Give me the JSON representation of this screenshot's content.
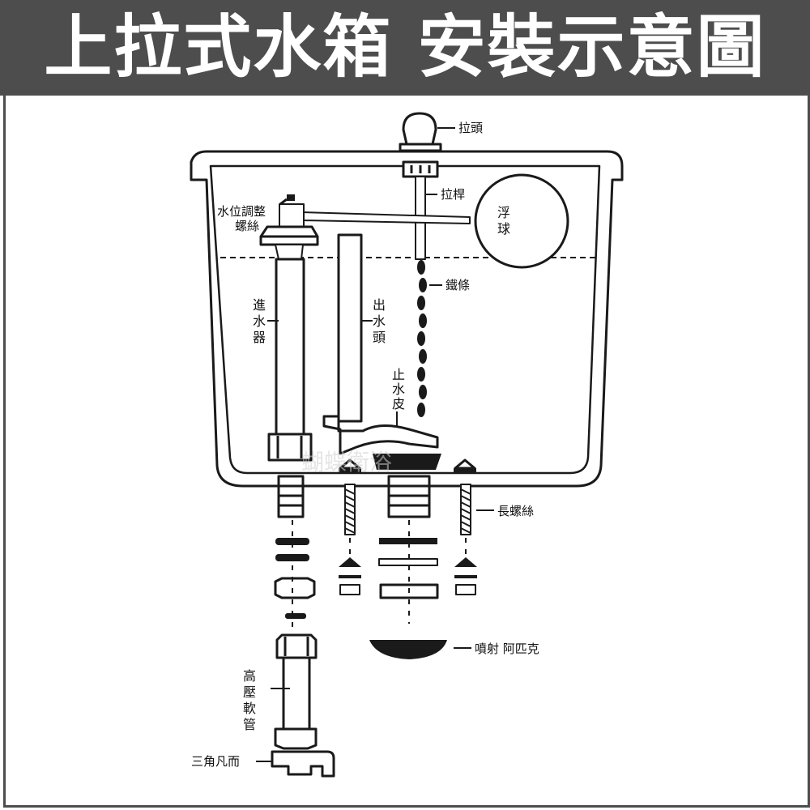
{
  "header": {
    "title": "上拉式水箱 安裝示意圖"
  },
  "labels": {
    "pull_knob": "拉頭",
    "pull_rod": "拉桿",
    "water_level_screw": [
      "水位調整",
      "螺絲"
    ],
    "float": [
      "浮",
      "球"
    ],
    "chain": "鐵條",
    "inlet_valve": [
      "進",
      "水",
      "器"
    ],
    "outlet": [
      "出",
      "水",
      "頭"
    ],
    "flapper": [
      "止",
      "水",
      "皮"
    ],
    "long_screw": "長螺絲",
    "jet_gasket": "噴射 阿匹克",
    "high_pressure_hose": [
      "高",
      "壓",
      "軟",
      "管"
    ],
    "angle_valve": "三角凡而"
  },
  "watermark": "蝴蝶衛浴",
  "colors": {
    "banner": "#4d4d4d",
    "line": "#1a1a1a",
    "fill_white": "#ffffff",
    "fill_dark": "#1a1a1a"
  }
}
